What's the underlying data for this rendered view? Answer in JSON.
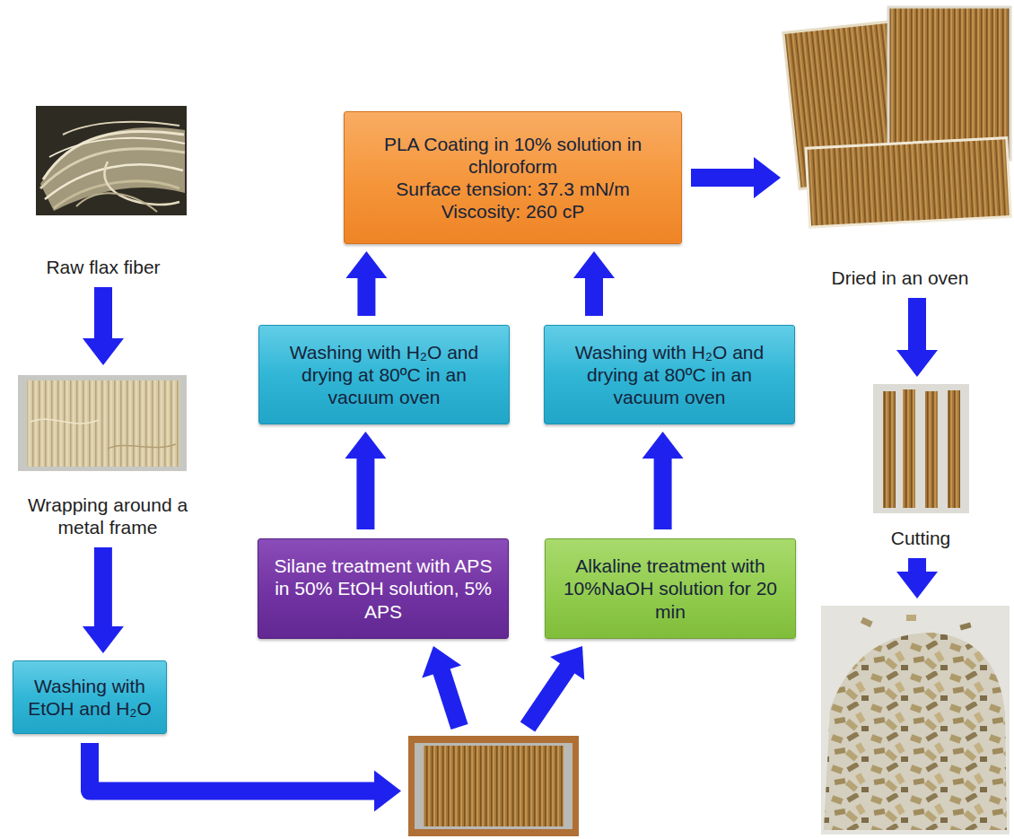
{
  "diagram": {
    "nodes": [
      {
        "text": [
          "Raw flax fiber"
        ]
      },
      {
        "text": [
          "Wrapping around a metal frame"
        ]
      },
      {
        "text": [
          "Washing with EtOH and H₂O"
        ]
      },
      {
        "text": []
      },
      {
        "text": [
          "Silane treatment with APS in 50% EtOH solution, 5% APS"
        ]
      },
      {
        "text": [
          "Alkaline treatment with 10%NaOH solution for 20 min"
        ]
      },
      {
        "text": [
          "Washing with H₂O and drying at 80ºC in an vacuum oven"
        ]
      },
      {
        "text": [
          "Washing with H₂O and drying at 80ºC in an vacuum oven"
        ]
      },
      {
        "text": [
          "PLA Coating in 10% solution in chloroform",
          "Surface tension: 37.3 mN/m",
          "Viscosity: 260 cP"
        ]
      },
      {
        "text": [
          "Dried in an oven"
        ]
      },
      {
        "text": [
          "Cutting"
        ]
      },
      {
        "text": []
      }
    ],
    "edges": [
      {
        "from": 0,
        "to": 1,
        "arrow": "to"
      },
      {
        "from": 1,
        "to": 2,
        "arrow": "to"
      },
      {
        "from": 2,
        "to": 3,
        "arrow": "to"
      },
      {
        "from": 3,
        "to": 4,
        "arrow": "to"
      },
      {
        "from": 3,
        "to": 5,
        "arrow": "to"
      },
      {
        "from": 4,
        "to": 6,
        "arrow": "to"
      },
      {
        "from": 5,
        "to": 7,
        "arrow": "to"
      },
      {
        "from": 6,
        "to": 8,
        "arrow": "to"
      },
      {
        "from": 7,
        "to": 8,
        "arrow": "to"
      },
      {
        "from": 8,
        "to": 9,
        "arrow": "to"
      },
      {
        "from": 9,
        "to": 10,
        "arrow": "to"
      },
      {
        "from": 10,
        "to": 11,
        "arrow": "to"
      }
    ]
  }
}
